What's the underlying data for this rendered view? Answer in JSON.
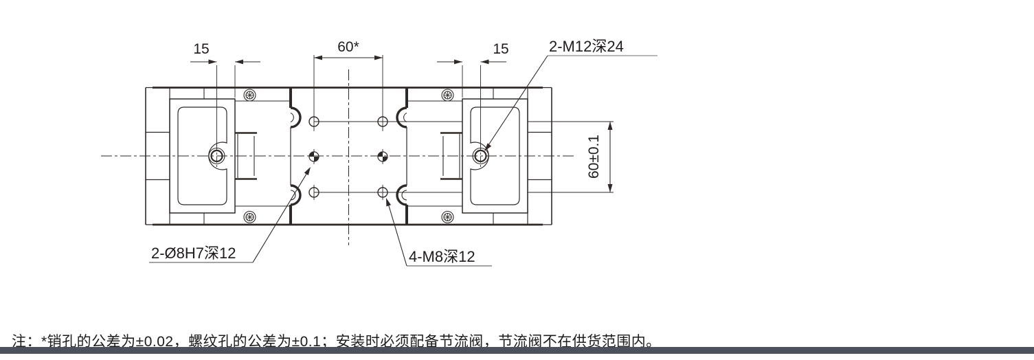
{
  "drawing": {
    "title": "gripper-top-view-technical-drawing",
    "dimensions": {
      "dim_15_left": "15",
      "dim_60_star": "60*",
      "dim_15_right": "15",
      "dim_60_tolerance": "60±0.1"
    },
    "labels": {
      "thread_m12": "2-M12深24",
      "pin_hole": "2-Ø8H7深12",
      "thread_m8": "4-M8深12"
    }
  },
  "note": {
    "text": "注：*销孔的公差为±0.02，螺纹孔的公差为±0.1；安装时必须配备节流阀，节流阀不在供货范围内。"
  },
  "colors": {
    "line": "#2e2826",
    "bar": "#4b525b"
  }
}
